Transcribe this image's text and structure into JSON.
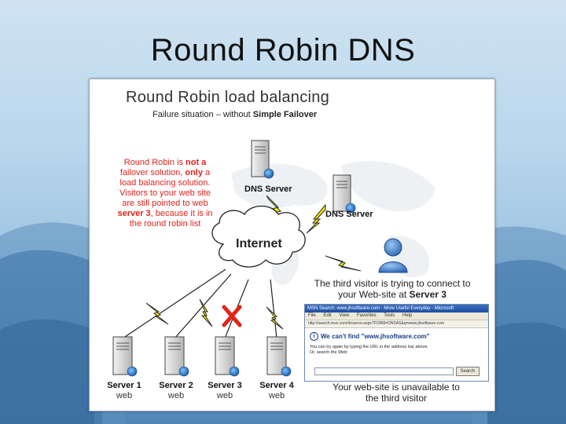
{
  "slide": {
    "title": "Round Robin DNS"
  },
  "diagram": {
    "title": "Round Robin load balancing",
    "subtitle_prefix": "Failure situation – without ",
    "subtitle_bold": "Simple Failover",
    "red_note": {
      "p1": "Round Robin is ",
      "p1b": "not a",
      "p2": "failover solution, ",
      "p2b": "only",
      "p2c": " a",
      "p3": "load balancing solution.",
      "p4": "Visitors to your web site",
      "p5": "are still pointed to web",
      "p6b": "server 3",
      "p6": ", because it is in",
      "p7": "the round robin list"
    },
    "dns_server_1": "DNS Server",
    "dns_server_2": "DNS Server",
    "internet": "Internet",
    "visitor_note": {
      "line1": "The third visitor is trying to connect to",
      "line2": "your Web-site at ",
      "line2b": "Server 3"
    },
    "servers": [
      {
        "name": "Server 1",
        "role": "web"
      },
      {
        "name": "Server 2",
        "role": "web"
      },
      {
        "name": "Server 3",
        "role": "web"
      },
      {
        "name": "Server 4",
        "role": "web"
      }
    ],
    "unavailable_note": {
      "line1": "Your web-site is unavailable to",
      "line2": "the third visitor"
    },
    "browser": {
      "title": "MSN Search: www.jhsoftware.com - More Useful Everyday - Microsoft",
      "menu": [
        "File",
        "Edit",
        "View",
        "Favorites",
        "Tools",
        "Help"
      ],
      "address": "http://search.msn.com/dnserror.aspx?FORM=DNSAS&q=www.jhsoftware.com",
      "heading_prefix": "We can't find ",
      "heading_quote": "\"www.jhsoftware.com\"",
      "line1": "You can try again by typing the URL in the address bar above.",
      "line2": "Or, search the Web:",
      "search_button": "Search"
    },
    "colors": {
      "red": "#e2231a",
      "lightning": "#f5e800",
      "cloud": "#ffffff",
      "server": "#d9d9d9"
    }
  }
}
